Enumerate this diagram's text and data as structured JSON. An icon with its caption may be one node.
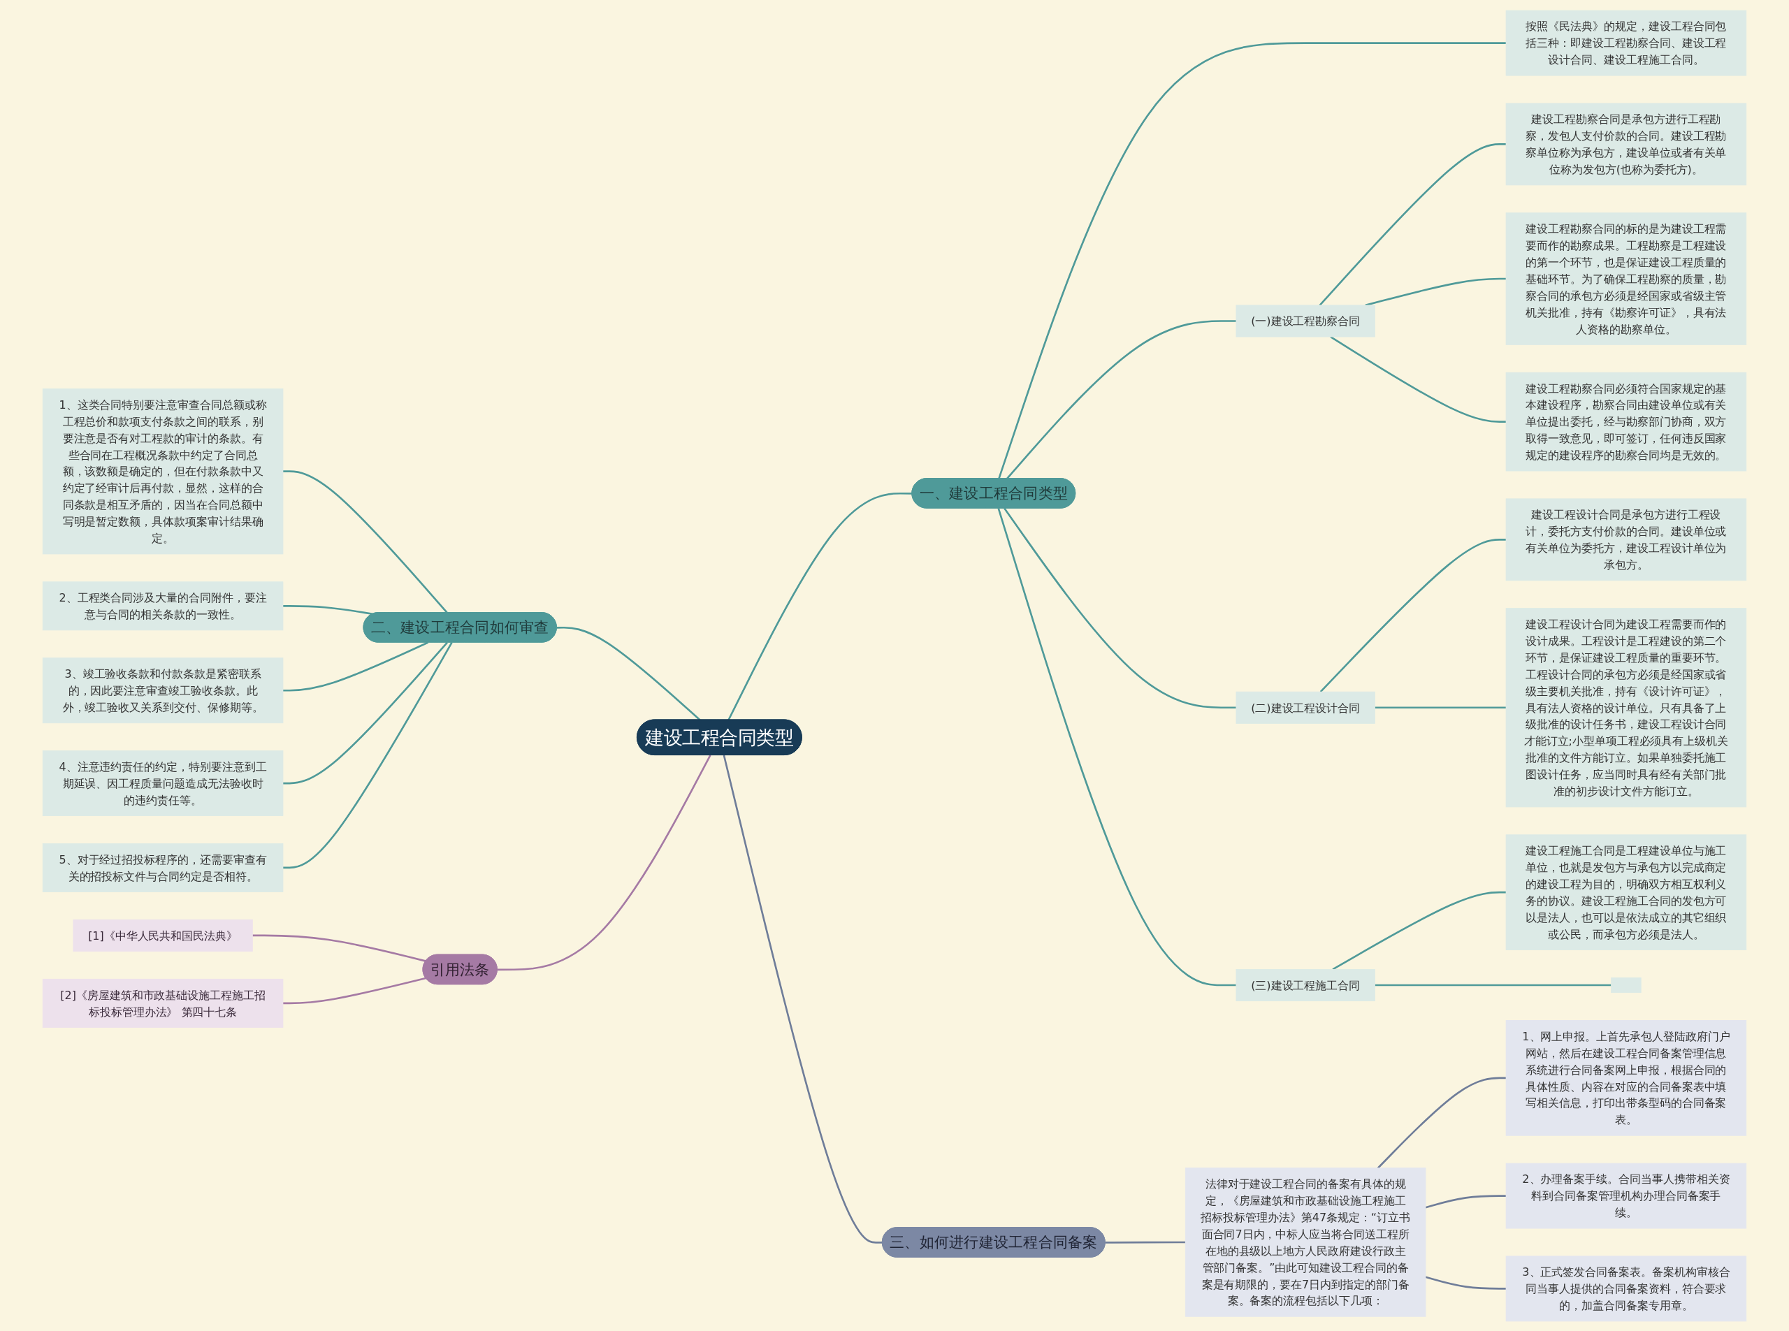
{
  "diagram": {
    "nodes": [
      {
        "text": [
          "建设工程合同类型"
        ]
      },
      {
        "text": [
          "一、建设工程合同类型"
        ]
      },
      {
        "text": [
          "按照《民法典》的规定，建设工程合同包括三种：即建设工程勘察合同、建设工程设计合同、建设工程施工合同。"
        ]
      },
      {
        "text": [
          "(一)建设工程勘察合同"
        ]
      },
      {
        "text": [
          "建设工程勘察合同是承包方进行工程勘察，发包人支付价款的合同。建设工程勘察单位称为承包方，建设单位或者有关单位称为发包方(也称为委托方)。"
        ]
      },
      {
        "text": [
          "建设工程勘察合同的标的是为建设工程需要而作的勘察成果。工程勘察是工程建设的第一个环节，也是保证建设工程质量的基础环节。为了确保工程勘察的质量，勘察合同的承包方必须是经国家或省级主管机关批准，持有《勘察许可证》，具有法人资格的勘察单位。"
        ]
      },
      {
        "text": [
          "建设工程勘察合同必须符合国家规定的基本建设程序，勘察合同由建设单位或有关单位提出委托，经与勘察部门协商，双方取得一致意见，即可签订，任何违反国家规定的建设程序的勘察合同均是无效的。"
        ]
      },
      {
        "text": [
          "(二)建设工程设计合同"
        ]
      },
      {
        "text": [
          "建设工程设计合同是承包方进行工程设计，委托方支付价款的合同。建设单位或有关单位为委托方，建设工程设计单位为承包方。"
        ]
      },
      {
        "text": [
          "建设工程设计合同为建设工程需要而作的设计成果。工程设计是工程建设的第二个环节，是保证建设工程质量的重要环节。工程设计合同的承包方必须是经国家或省级主要机关批准，持有《设计许可证》，具有法人资格的设计单位。只有具备了上级批准的设计任务书，建设工程设计合同才能订立;小型单项工程必须具有上级机关批准的文件方能订立。如果单独委托施工图设计任务，应当同时具有经有关部门批准的初步设计文件方能订立。"
        ]
      },
      {
        "text": [
          "(三)建设工程施工合同"
        ]
      },
      {
        "text": [
          "建设工程施工合同是工程建设单位与施工单位，也就是发包方与承包方以完成商定的建设工程为目的，明确双方相互权利义务的协议。建设工程施工合同的发包方可以是法人，也可以是依法成立的其它组织或公民，而承包方必须是法人。"
        ]
      },
      {
        "text": [],
        "shape": "box"
      },
      {
        "text": [
          "二、建设工程合同如何审查"
        ]
      },
      {
        "text": [
          "1、这类合同特别要注意审查合同总额或称工程总价和款项支付条款之间的联系，别要注意是否有对工程款的审计的条款。有些合同在工程概况条款中约定了合同总额，该数额是确定的，但在付款条款中又约定了经审计后再付款，显然，这样的合同条款是相互矛盾的，因当在合同总额中写明是暂定数额，具体款项案审计结果确定。"
        ]
      },
      {
        "text": [
          "2、工程类合同涉及大量的合同附件，要注意与合同的相关条款的一致性。"
        ]
      },
      {
        "text": [
          "3、竣工验收条款和付款条款是紧密联系的，因此要注意审查竣工验收条款。此外，竣工验收又关系到交付、保修期等。"
        ]
      },
      {
        "text": [
          "4、注意违约责任的约定，特别要注意到工期延误、因工程质量问题造成无法验收时的违约责任等。"
        ]
      },
      {
        "text": [
          "5、对于经过招投标程序的，还需要审查有关的招投标文件与合同约定是否相符。"
        ]
      },
      {
        "text": [
          "引用法条"
        ]
      },
      {
        "text": [
          "[1]《中华人民共和国民法典》"
        ]
      },
      {
        "text": [
          "[2]《房屋建筑和市政基础设施工程施工招标投标管理办法》 第四十七条"
        ]
      },
      {
        "text": [
          "三、如何进行建设工程合同备案"
        ]
      },
      {
        "text": [
          "法律对于建设工程合同的备案有具体的规定，《房屋建筑和市政基础设施工程施工招标投标管理办法》第47条规定：“订立书面合同7日内，中标人应当将合同送工程所在地的县级以上地方人民政府建设行政主管部门备案。”由此可知建设工程合同的备案是有期限的，要在7日内到指定的部门备案。备案的流程包括以下几项："
        ]
      },
      {
        "text": [
          "1、网上申报。上首先承包人登陆政府门户网站，然后在建设工程合同备案管理信息系统进行合同备案网上申报，根据合同的具体性质、内容在对应的合同备案表中填写相关信息，打印出带条型码的合同备案表。"
        ]
      },
      {
        "text": [
          "2、办理备案手续。合同当事人携带相关资料到合同备案管理机构办理合同备案手续。"
        ]
      },
      {
        "text": [
          "3、正式签发合同备案表。备案机构审核合同当事人提供的合同备案资料，符合要求的，加盖合同备案专用章。"
        ]
      }
    ],
    "edges": [
      {
        "from": 0,
        "to": 1,
        "arrow": "none"
      },
      {
        "from": 1,
        "to": 2,
        "arrow": "none"
      },
      {
        "from": 1,
        "to": 3,
        "arrow": "none"
      },
      {
        "from": 3,
        "to": 4,
        "arrow": "none"
      },
      {
        "from": 3,
        "to": 5,
        "arrow": "none"
      },
      {
        "from": 3,
        "to": 6,
        "arrow": "none"
      },
      {
        "from": 1,
        "to": 7,
        "arrow": "none"
      },
      {
        "from": 7,
        "to": 8,
        "arrow": "none"
      },
      {
        "from": 7,
        "to": 9,
        "arrow": "none"
      },
      {
        "from": 1,
        "to": 10,
        "arrow": "none"
      },
      {
        "from": 10,
        "to": 11,
        "arrow": "none"
      },
      {
        "from": 10,
        "to": 12,
        "arrow": "none"
      },
      {
        "from": 0,
        "to": 13,
        "arrow": "none"
      },
      {
        "from": 13,
        "to": 14,
        "arrow": "none"
      },
      {
        "from": 13,
        "to": 15,
        "arrow": "none"
      },
      {
        "from": 13,
        "to": 16,
        "arrow": "none"
      },
      {
        "from": 13,
        "to": 17,
        "arrow": "none"
      },
      {
        "from": 13,
        "to": 18,
        "arrow": "none"
      },
      {
        "from": 0,
        "to": 19,
        "arrow": "none",
        "color": "#a57aa4"
      },
      {
        "from": 19,
        "to": 20,
        "arrow": "none",
        "color": "#a57aa4"
      },
      {
        "from": 19,
        "to": 21,
        "arrow": "none",
        "color": "#a57aa4"
      },
      {
        "from": 0,
        "to": 22,
        "arrow": "none",
        "color": "#6f7d99"
      },
      {
        "from": 22,
        "to": 23,
        "arrow": "none",
        "color": "#6f7d99"
      },
      {
        "from": 23,
        "to": 24,
        "arrow": "none",
        "color": "#6f7d99"
      },
      {
        "from": 23,
        "to": 25,
        "arrow": "none",
        "color": "#6f7d99"
      },
      {
        "from": 23,
        "to": 26,
        "arrow": "none",
        "color": "#6f7d99"
      }
    ]
  }
}
